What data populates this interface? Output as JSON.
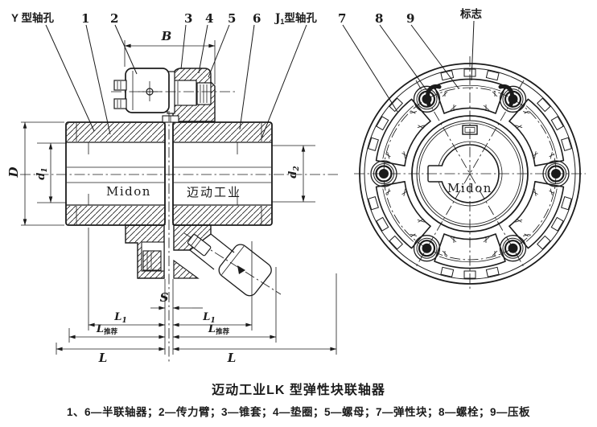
{
  "colors": {
    "ink": "#1b1b1b",
    "paper": "#ffffff"
  },
  "left_view": {
    "callout_y_hole": "Y 型轴孔",
    "callout_1": "1",
    "callout_2": "2",
    "callout_3": "3",
    "callout_4": "4",
    "callout_5": "5",
    "callout_6": "6",
    "callout_j1_main": "J",
    "callout_j1_sub": "1",
    "callout_j1_rest": "型轴孔",
    "dim_B": "B",
    "dim_D": "D",
    "dim_d1_main": "d",
    "dim_d1_sub": "1",
    "dim_d2_main": "d",
    "dim_d2_sub": "2",
    "dim_S": "S",
    "dim_L1_main": "L",
    "dim_L1_sub": "1",
    "dim_L": "L",
    "dim_Lrec_main": "L",
    "dim_Lrec_sub": "推荐",
    "hub_text_left": "Midon",
    "hub_text_right": "迈动工业"
  },
  "right_view": {
    "callout_7": "7",
    "callout_8": "8",
    "callout_9": "9",
    "callout_mark": "标志",
    "hub_text": "Midon"
  },
  "caption": {
    "title": "迈动工业LK 型弹性块联轴器",
    "legend": "1、6—半联轴器；2—传力臂；3—锥套；4—垫圈；5—螺母；7—弹性块；8—螺栓；9—压板"
  }
}
